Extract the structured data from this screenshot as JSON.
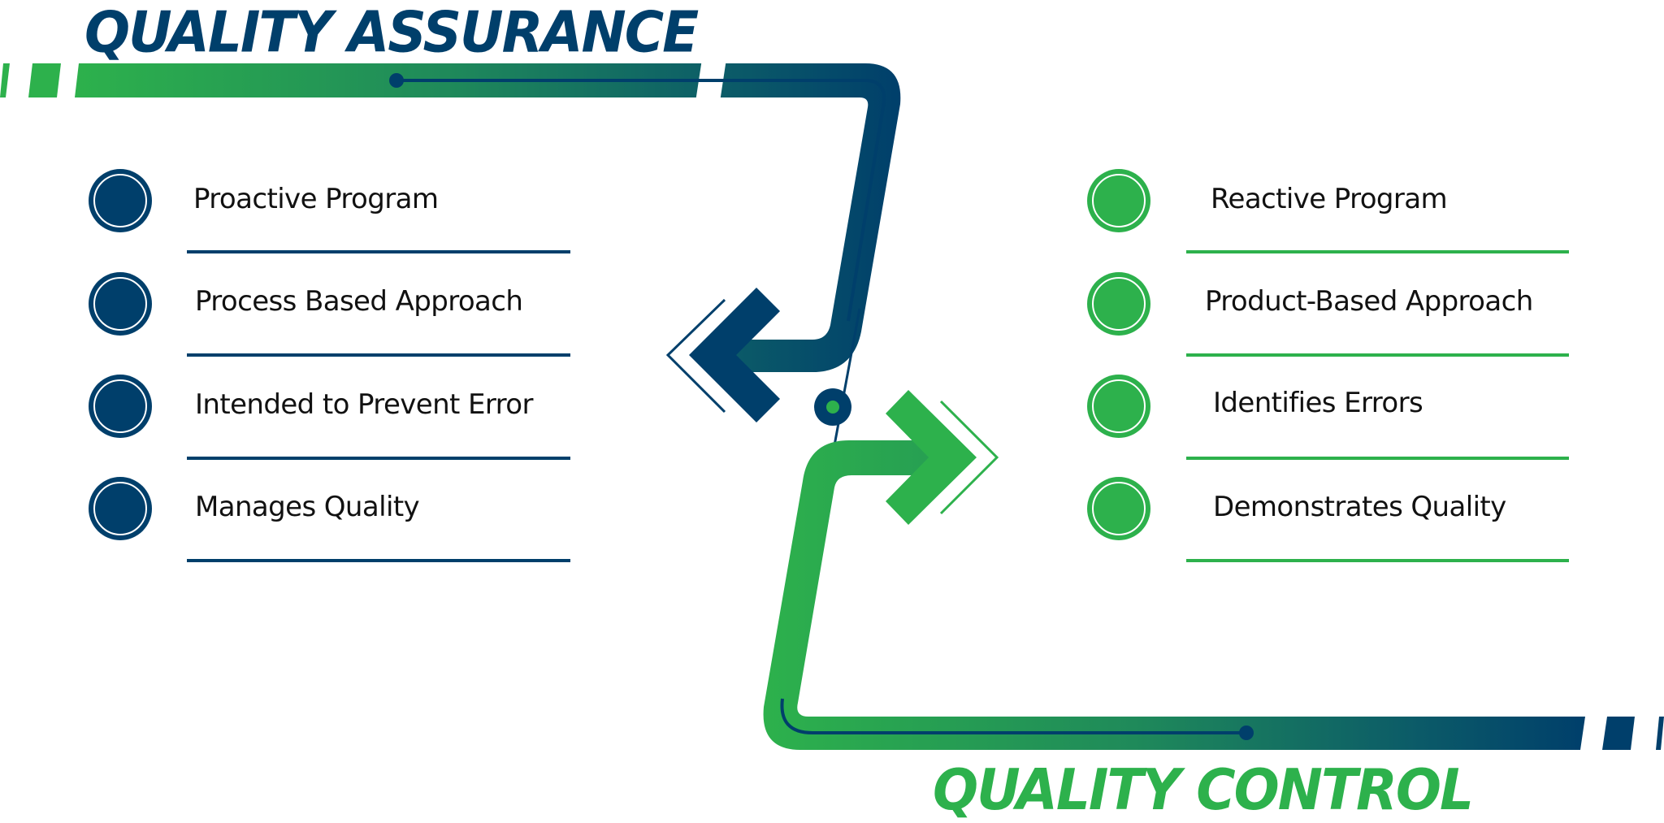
{
  "diagram": {
    "title_left": "QUALITY ASSURANCE",
    "title_right": "QUALITY CONTROL",
    "colors": {
      "navy": "#003f6b",
      "green": "#2db14c",
      "text": "#111111",
      "background": "#ffffff"
    },
    "quality_assurance": {
      "items": [
        {
          "label": "Proactive Program"
        },
        {
          "label": "Process Based Approach"
        },
        {
          "label": "Intended to Prevent Error"
        },
        {
          "label": "Manages Quality"
        }
      ]
    },
    "quality_control": {
      "items": [
        {
          "label": "Reactive Program"
        },
        {
          "label": "Product-Based Approach"
        },
        {
          "label": "Identifies Errors"
        },
        {
          "label": "Demonstrates Quality"
        }
      ]
    },
    "icons": {
      "left_arrow": "chevron-left-arrow",
      "right_arrow": "chevron-right-arrow",
      "center_node": "node-dot"
    }
  }
}
